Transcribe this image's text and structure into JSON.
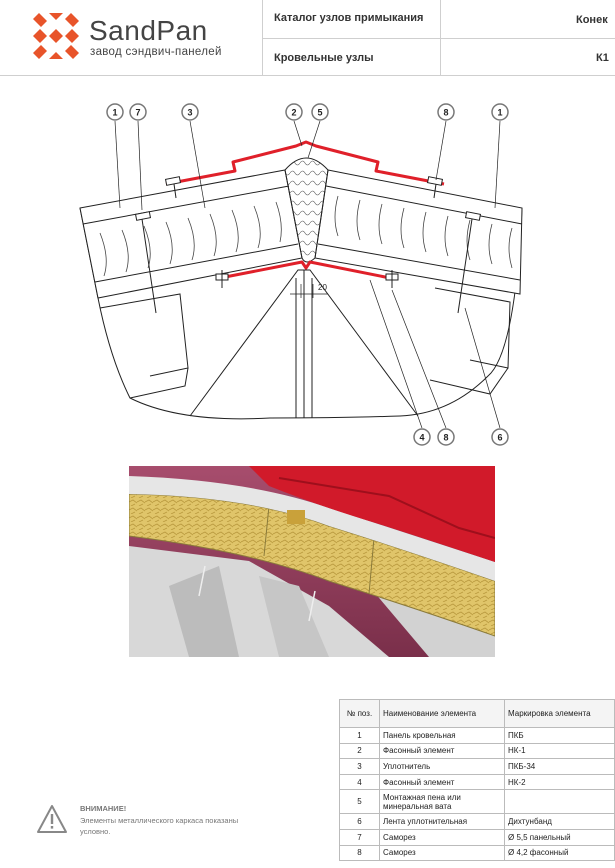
{
  "brand": {
    "name": "SandPan",
    "tagline": "завод сэндвич-панелей",
    "color": "#e8542a"
  },
  "header": {
    "catalog_label": "Каталог узлов примыкания",
    "node_name": "Конек",
    "section_label": "Кровельные узлы",
    "node_code": "К1"
  },
  "drawing": {
    "callouts_top": [
      "1",
      "7",
      "3",
      "2",
      "5",
      "8",
      "1"
    ],
    "callouts_bottom": [
      "4",
      "8",
      "6"
    ],
    "dimension": "20",
    "colors": {
      "flashing": "#e0202a",
      "line": "#222222"
    }
  },
  "warning": {
    "title": "ВНИМАНИЕ!",
    "text": "Элементы металлического каркаса показаны условно."
  },
  "spec_table": {
    "headers": [
      "№ поз.",
      "Наименование элемента",
      "Маркировка элемента"
    ],
    "rows": [
      {
        "num": "1",
        "name": "Панель кровельная",
        "mark": "ПКБ"
      },
      {
        "num": "2",
        "name": "Фасонный элемент",
        "mark": "НК-1"
      },
      {
        "num": "3",
        "name": "Уплотнитель",
        "mark": "ПКБ-34"
      },
      {
        "num": "4",
        "name": "Фасонный элемент",
        "mark": "НК-2"
      },
      {
        "num": "5",
        "name": "Монтажная пена или минеральная вата",
        "mark": ""
      },
      {
        "num": "6",
        "name": "Лента уплотнительная",
        "mark": "Дихтунбанд"
      },
      {
        "num": "7",
        "name": "Саморез",
        "mark": "Ø 5,5 панельный"
      },
      {
        "num": "8",
        "name": "Саморез",
        "mark": "Ø 4,2 фасонный"
      }
    ]
  }
}
